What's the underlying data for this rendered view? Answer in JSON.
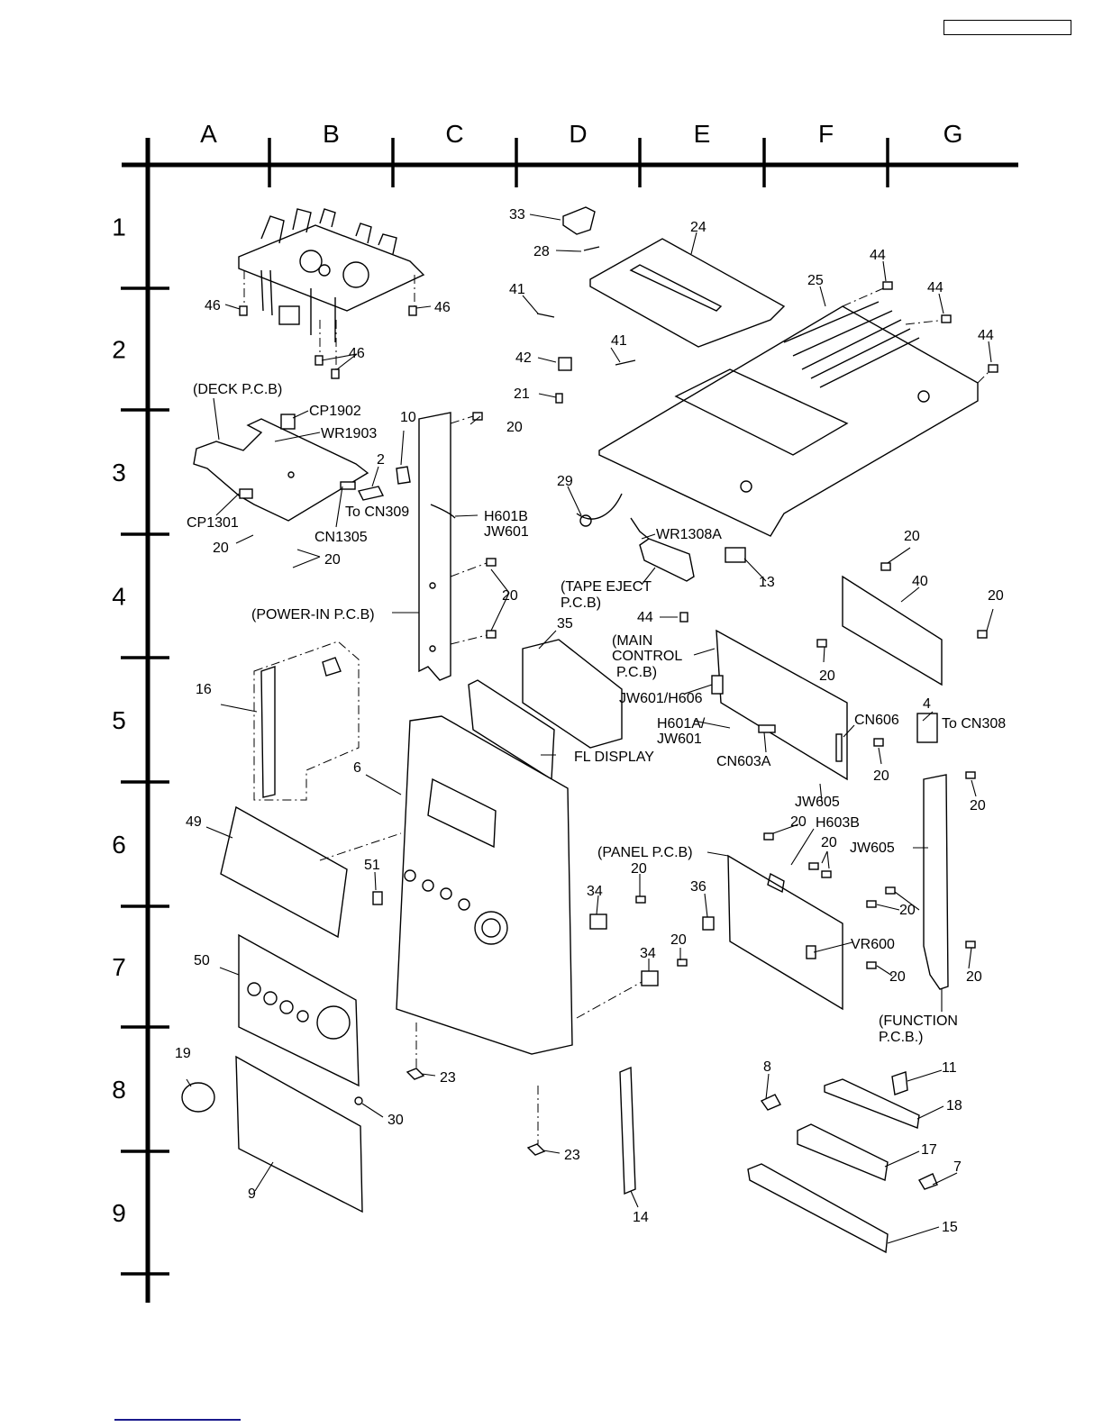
{
  "page": {
    "header_box_text": "",
    "footer_link_text": ""
  },
  "grid": {
    "columns": [
      "A",
      "B",
      "C",
      "D",
      "E",
      "F",
      "G"
    ],
    "rows": [
      "1",
      "2",
      "3",
      "4",
      "5",
      "6",
      "7",
      "8",
      "9"
    ]
  },
  "callouts": {
    "c33": "33",
    "c28": "28",
    "c24": "24",
    "c41a": "41",
    "c41b": "41",
    "c42": "42",
    "c21": "21",
    "c25": "25",
    "c44a": "44",
    "c44b": "44",
    "c44c": "44",
    "c44d": "44",
    "c46a": "46",
    "c46b": "46",
    "c46c": "46",
    "c10": "10",
    "c2": "2",
    "c20a": "20",
    "c20b": "20",
    "c20c": "20",
    "c20d": "20",
    "c29": "29",
    "c13": "13",
    "c20e": "20",
    "c40": "40",
    "c20f": "20",
    "c35": "35",
    "c20g": "20",
    "c16": "16",
    "c4": "4",
    "c20h": "20",
    "c6": "6",
    "c20i": "20",
    "c49": "49",
    "c51": "51",
    "c20j": "20",
    "c20k": "20",
    "c34a": "34",
    "c36": "36",
    "c20l": "20",
    "c34b": "34",
    "c20m": "20",
    "c20n": "20",
    "c20o": "20",
    "c50": "50",
    "c19": "19",
    "c23a": "23",
    "c30": "30",
    "c23b": "23",
    "c9": "9",
    "c14": "14",
    "c8": "8",
    "c11": "11",
    "c18": "18",
    "c17": "17",
    "c7": "7",
    "c15": "15"
  },
  "annotations": {
    "deck_pcb": "(DECK P.C.B)",
    "cp1902": "CP1902",
    "wr1903": "WR1903",
    "cp1301": "CP1301",
    "to_cn309": "To CN309",
    "cn1305": "CN1305",
    "h601b": "H601B",
    "jw601a": "JW601",
    "power_in_pcb": "(POWER-IN P.C.B)",
    "wr1308a": "WR1308A",
    "tape_eject_1": "(TAPE EJECT",
    "tape_eject_2": "P.C.B)",
    "main_control_1": "(MAIN",
    "main_control_2": "CONTROL",
    "main_control_3": "P.C.B)",
    "jw601_h606": "JW601/H606",
    "h601a": "H601A/",
    "jw601b": "JW601",
    "cn603a": "CN603A",
    "cn606": "CN606",
    "to_cn308": "To CN308",
    "fl_display": "FL DISPLAY",
    "jw605a": "JW605",
    "panel_pcb": "(PANEL P.C.B)",
    "h603b": "H603B",
    "jw605b": "JW605",
    "vr600": "VR600",
    "function_pcb_1": "(FUNCTION",
    "function_pcb_2": "P.C.B.)"
  }
}
